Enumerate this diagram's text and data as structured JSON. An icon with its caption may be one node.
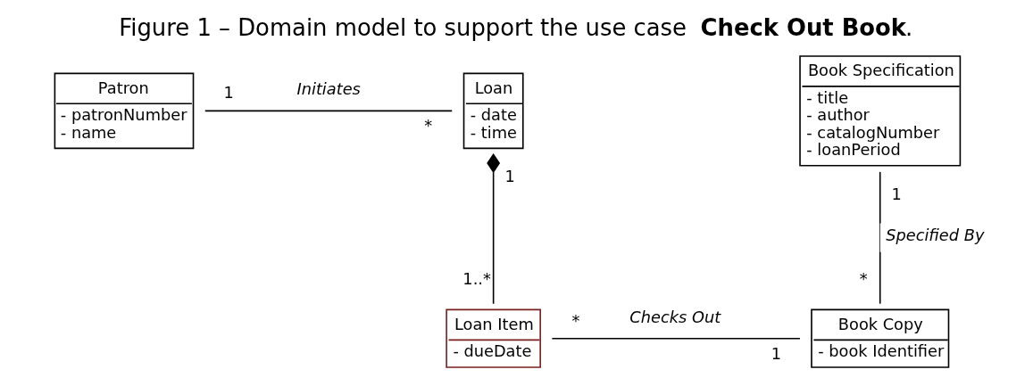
{
  "diagram": {
    "title": "Figure 1 – Domain model to support the use case **Check Out Book**.",
    "nodes": [
      {
        "text": [
          "Patron",
          "- patronNumber",
          "- name"
        ]
      },
      {
        "text": [
          "Loan",
          "- date",
          "- time"
        ]
      },
      {
        "text": [
          "Book Specification",
          "- title",
          "- author",
          "- catalogNumber",
          "- loanPeriod"
        ]
      },
      {
        "text": [
          "Loan Item",
          "- dueDate"
        ]
      },
      {
        "text": [
          "Book Copy",
          "- book Identifier"
        ]
      }
    ],
    "edges": [
      {
        "from": 0,
        "to": 1,
        "arrow": "none",
        "label": "Initiates"
      },
      {
        "from": 1,
        "to": 3,
        "arrow": "other"
      },
      {
        "from": 3,
        "to": 4,
        "arrow": "none",
        "label": "Checks Out"
      },
      {
        "from": 2,
        "to": 4,
        "arrow": "none",
        "label": "Specified By"
      }
    ],
    "labels": [
      "1",
      "*",
      "1",
      "1..*",
      "*",
      "1",
      "1",
      "*"
    ]
  }
}
